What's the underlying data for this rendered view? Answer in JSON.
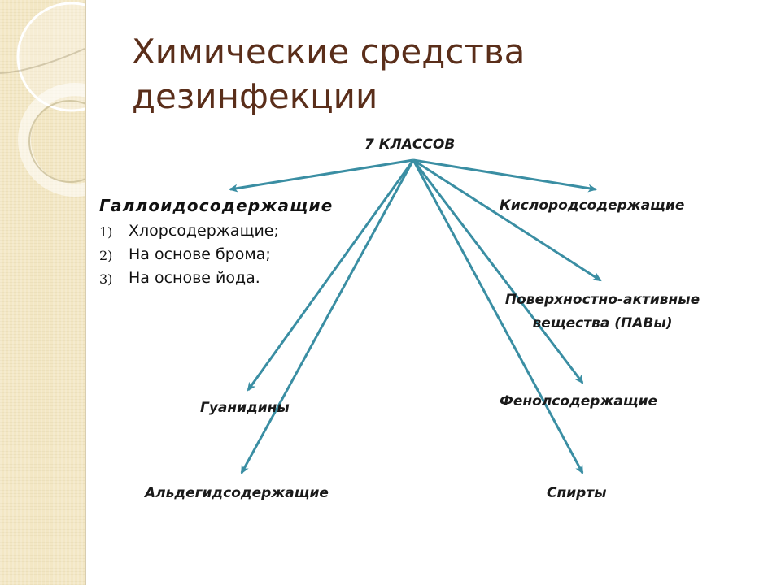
{
  "slide": {
    "title_line1": "Химические средства",
    "title_line2": "дезинфекции"
  },
  "diagram": {
    "center": "7 КЛАССОВ",
    "classes": {
      "halogen": {
        "title": "Галлоидосодержащие",
        "items": [
          {
            "num": "1)",
            "text": "Хлорсодержащие;"
          },
          {
            "num": "2)",
            "text": "На основе брома;"
          },
          {
            "num": "3)",
            "text": "На основе йода."
          }
        ]
      },
      "oxygen": "Кислородсодержащие",
      "surfactants": "Поверхностно-активные вещества (ПАВы)",
      "phenol": "Фенолсодержащие",
      "guanidine": "Гуанидины",
      "aldehyde": "Альдегидсодержащие",
      "alcohols": "Спирты"
    }
  },
  "colors": {
    "arrow": "#3a8ea3",
    "title": "#5a2e1a",
    "side_panel": "#f3e7c4"
  }
}
